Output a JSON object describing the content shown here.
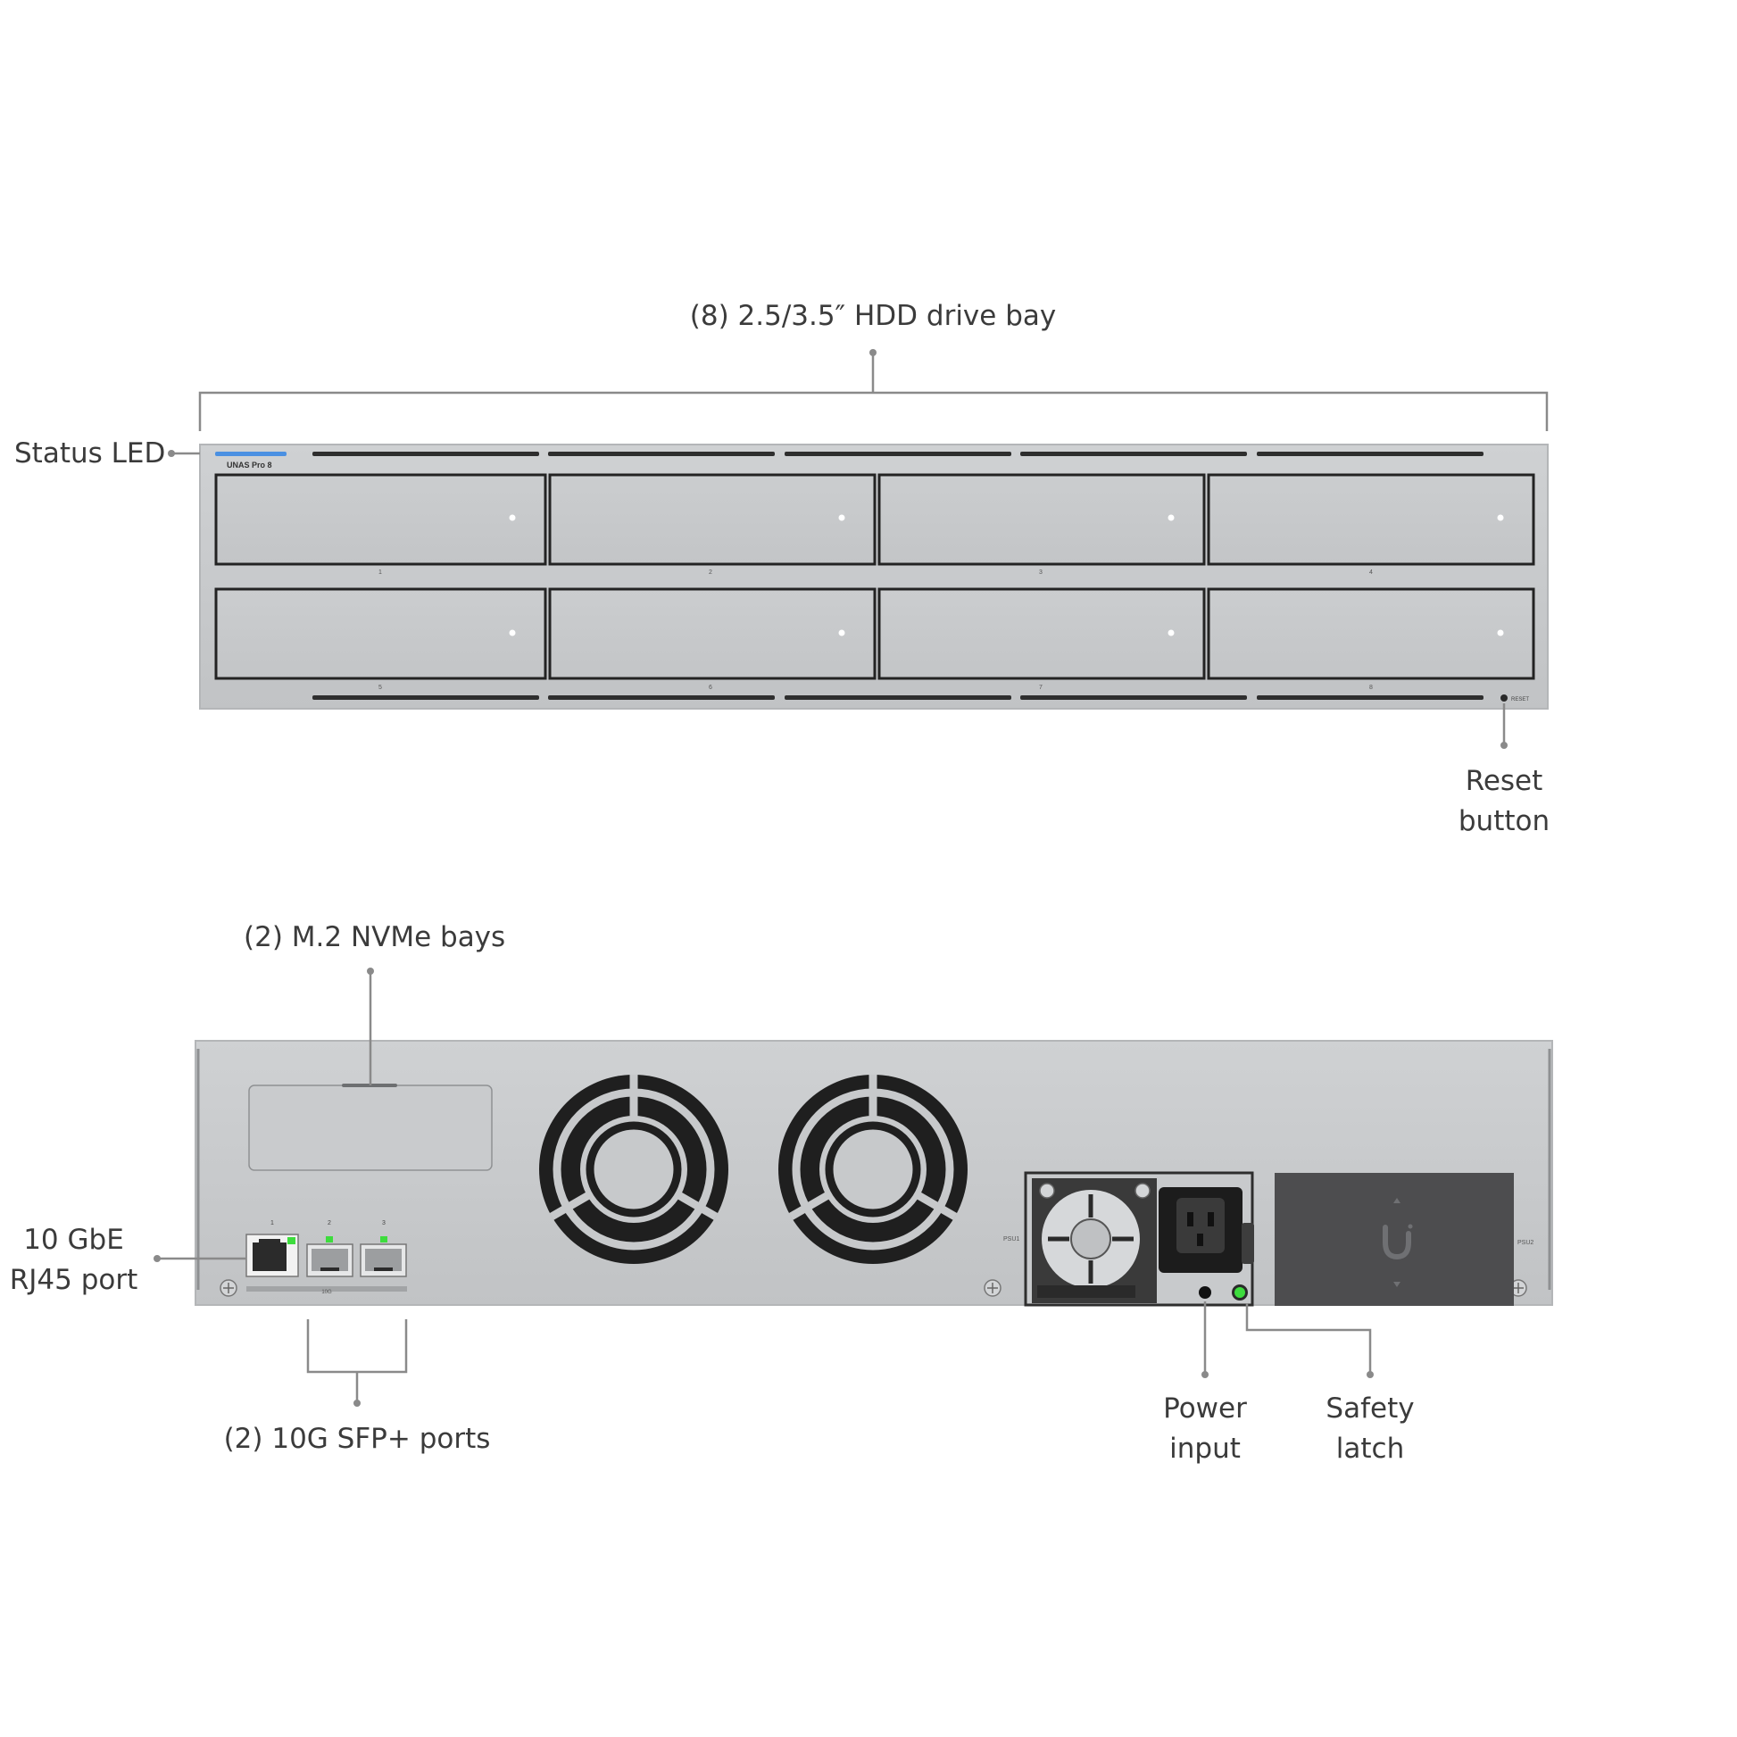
{
  "callouts": {
    "hdd_bays": "(8) 2.5/3.5″ HDD drive bay",
    "status_led": "Status LED",
    "reset_button": "Reset\nbutton",
    "nvme_bays": "(2) M.2 NVMe bays",
    "rj45_port": "10 GbE\nRJ45 port",
    "sfp_ports": "(2) 10G SFP+ ports",
    "power_input": "Power\ninput",
    "safety_latch": "Safety\nlatch"
  },
  "front_panel": {
    "model_label": "UNAS Pro 8",
    "reset_label": "RESET",
    "bay_numbers": [
      "1",
      "2",
      "3",
      "4",
      "5",
      "6",
      "7",
      "8"
    ]
  },
  "rear_panel": {
    "port_numbers": [
      "1",
      "2",
      "3"
    ],
    "port_group_label": "10G",
    "psu1_label": "PSU1",
    "psu2_label": "PSU2"
  },
  "colors": {
    "chassis": "#c4c6c8",
    "status_led": "#4a90e2",
    "port_led": "#3ddc3d",
    "callout_line": "#8a8a8a",
    "psu_cover": "#4d4d4f"
  },
  "icons": [
    "ubiquiti-logo-icon",
    "fan-grille-icon",
    "screw-icon",
    "iec-c14-socket-icon"
  ]
}
